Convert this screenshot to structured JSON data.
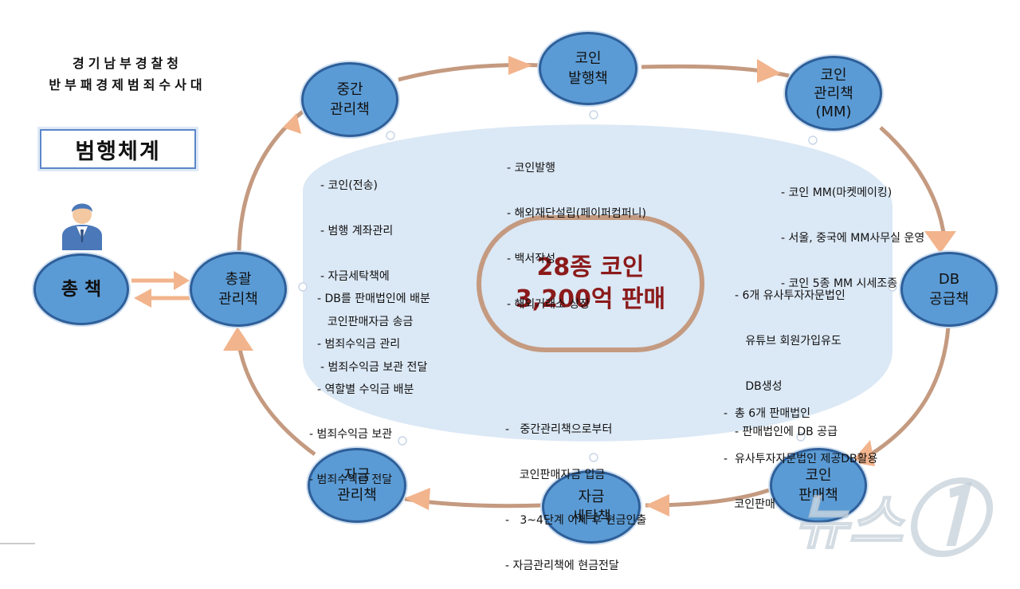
{
  "header": {
    "org_line1": "경기남부경찰청",
    "org_line2": "반부패경제범죄수사대",
    "title": "범행체계"
  },
  "nodes": {
    "chief": "총  책",
    "general_manager": "총괄\n관리책",
    "middle_manager": "중간\n관리책",
    "coin_issuer": "코인\n발행책",
    "coin_manager": "코인\n관리책\n(MM)",
    "db_supplier": "DB\n공급책",
    "coin_seller": "코인\n판매책",
    "fund_launderer": "자금\n세탁책",
    "fund_manager": "자금\n관리책"
  },
  "center": {
    "line1": "28종 코인",
    "line2": "3,200억 판매"
  },
  "notes": {
    "issuer": [
      "- 코인발행",
      "- 해외재단설립(페이퍼컴퍼니)",
      "- 백서작성",
      "- 해외거래소 상장"
    ],
    "middle": [
      "- 코인(전송)",
      "- 범행 계좌관리",
      "- 자금세탁책에",
      "  코인판매자금 송금",
      "- 범죄수익금 보관 전달"
    ],
    "mm": [
      "- 코인 MM(마켓메이킹)",
      "- 서울, 중국에 MM사무실 운영",
      "- 코인 5종 MM 시세조종"
    ],
    "general": [
      "- DB를 판매법인에 배분",
      "- 범죄수익금 관리",
      "- 역할별 수익금 배분"
    ],
    "db": [
      "- 6개 유사투자자문법인",
      "   유튜브 회원가입유도",
      "   DB생성",
      "- 판매법인에 DB 공급"
    ],
    "fund_manager": [
      "- 범죄수익금 보관",
      "- 범죄수익금 전달"
    ],
    "launderer": [
      "-   중간관리책으로부터",
      "    코인판매자금 입금",
      "-   3~4단계 이체 후 현금인출",
      "- 자금관리책에 현금전달"
    ],
    "seller": [
      "-  총 6개 판매법인",
      "-  유사투자자문법인 제공DB활용",
      "   코인판매"
    ]
  },
  "watermark": "뉴스1",
  "colors": {
    "node_fill": "#5b9bd5",
    "node_border": "#2e5f99",
    "loop_line": "#c49a80",
    "arrow": "#f2b48c",
    "center_fill": "#dbe8f5",
    "center_text": "#8b1a1a"
  }
}
